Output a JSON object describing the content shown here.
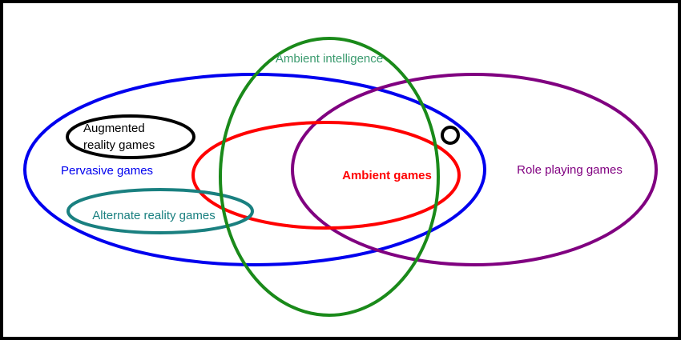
{
  "sets": {
    "pervasive": {
      "label": "Pervasive games",
      "color": "#0000ee"
    },
    "ambient_intelligence": {
      "label": "Ambient intelligence",
      "color": "#1a8a1a",
      "label_color": "#3a9a6e"
    },
    "role_playing": {
      "label": "Role playing games",
      "color": "#800080"
    },
    "ambient_games": {
      "label": "Ambient games",
      "color": "#ff0000"
    },
    "alternate_reality": {
      "label": "Alternate reality games",
      "color": "#1a8080"
    },
    "augmented_reality": {
      "label_line1": "Augmented",
      "label_line2": "reality games",
      "color": "#000000"
    }
  }
}
